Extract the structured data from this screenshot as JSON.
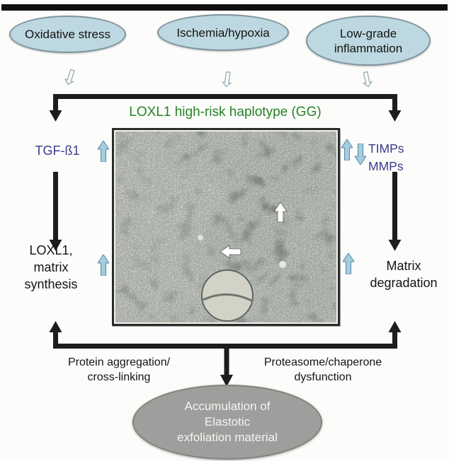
{
  "figure": {
    "top_ellipses": [
      {
        "label": "Oxidative stress"
      },
      {
        "label": "Ischemia/hypoxia"
      },
      {
        "label": "Low-grade\ninflammation"
      }
    ],
    "title": "LOXL1 high-risk haplotype (GG)",
    "left_pathway": {
      "factor": "TGF-ß1",
      "outcome": "LOXL1,\nmatrix\nsynthesis",
      "bottom_label": "Protein aggregation/\ncross-linking"
    },
    "right_pathway": {
      "factor": "TIMPs\nMMPs",
      "outcome": "Matrix\ndegradation",
      "bottom_label": "Proteasome/chaperone\ndysfunction"
    },
    "bottom_ellipse": {
      "label": "Accumulation of\nElastotic\nexfoliation material"
    },
    "icons": {
      "down_connector_arrow": "⇩"
    },
    "colors": {
      "top_ellipse_fill": "#bdd8e0",
      "title_green": "#278227",
      "factor_purple": "#3b3a8e",
      "flow_arrow_dark": "#1d1d1d",
      "small_arrow_blue": "#a6cddd",
      "bottom_ellipse_fill": "#9e9e9c",
      "bottom_ellipse_text": "#f4f4f2"
    }
  }
}
